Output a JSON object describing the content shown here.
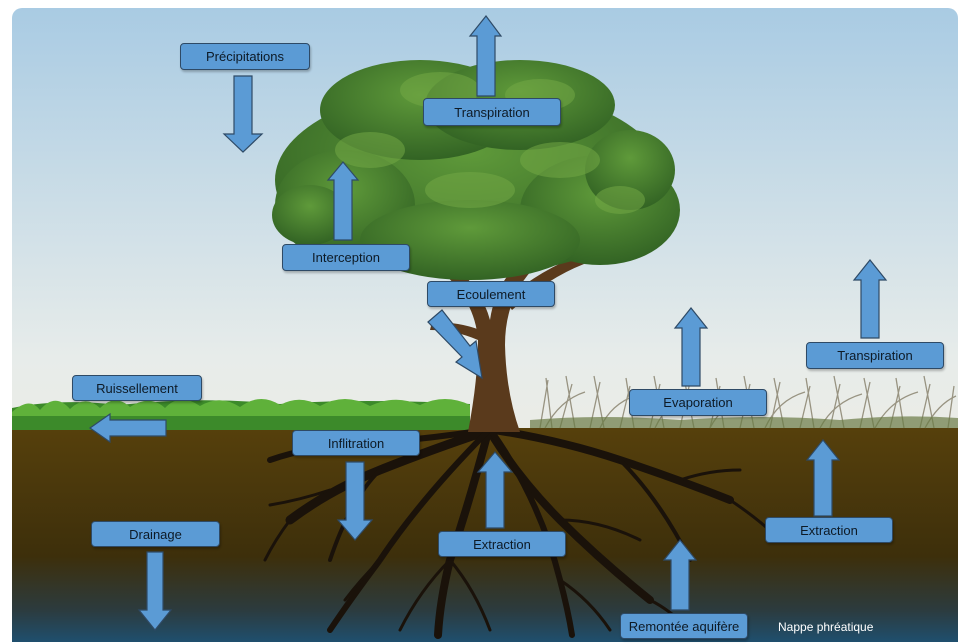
{
  "labels": {
    "precipitations": "Précipitations",
    "transpiration_tree": "Transpiration",
    "interception": "Interception",
    "ecoulement": "Ecoulement",
    "ruissellement": "Ruissellement",
    "infiltration": "Inflitration",
    "drainage": "Drainage",
    "extraction_tree": "Extraction",
    "evaporation": "Evaporation",
    "transpiration_grass": "Transpiration",
    "extraction_grass": "Extraction",
    "remontee_aquifere": "Remontée aquifère",
    "nappe_phreatique": "Nappe phréatique"
  },
  "colors": {
    "label_fill": "#5b9bd5",
    "label_border": "#2e4a66",
    "arrow_fill": "#5b9bd5",
    "sky_top": "#a9cbe3",
    "sky_bottom": "#f4ecdc",
    "soil": "#4a3708",
    "water_table": "#1f4f6e",
    "foliage": "#3f7a2a",
    "trunk": "#5a3a1c",
    "roots": "#1a120a"
  }
}
